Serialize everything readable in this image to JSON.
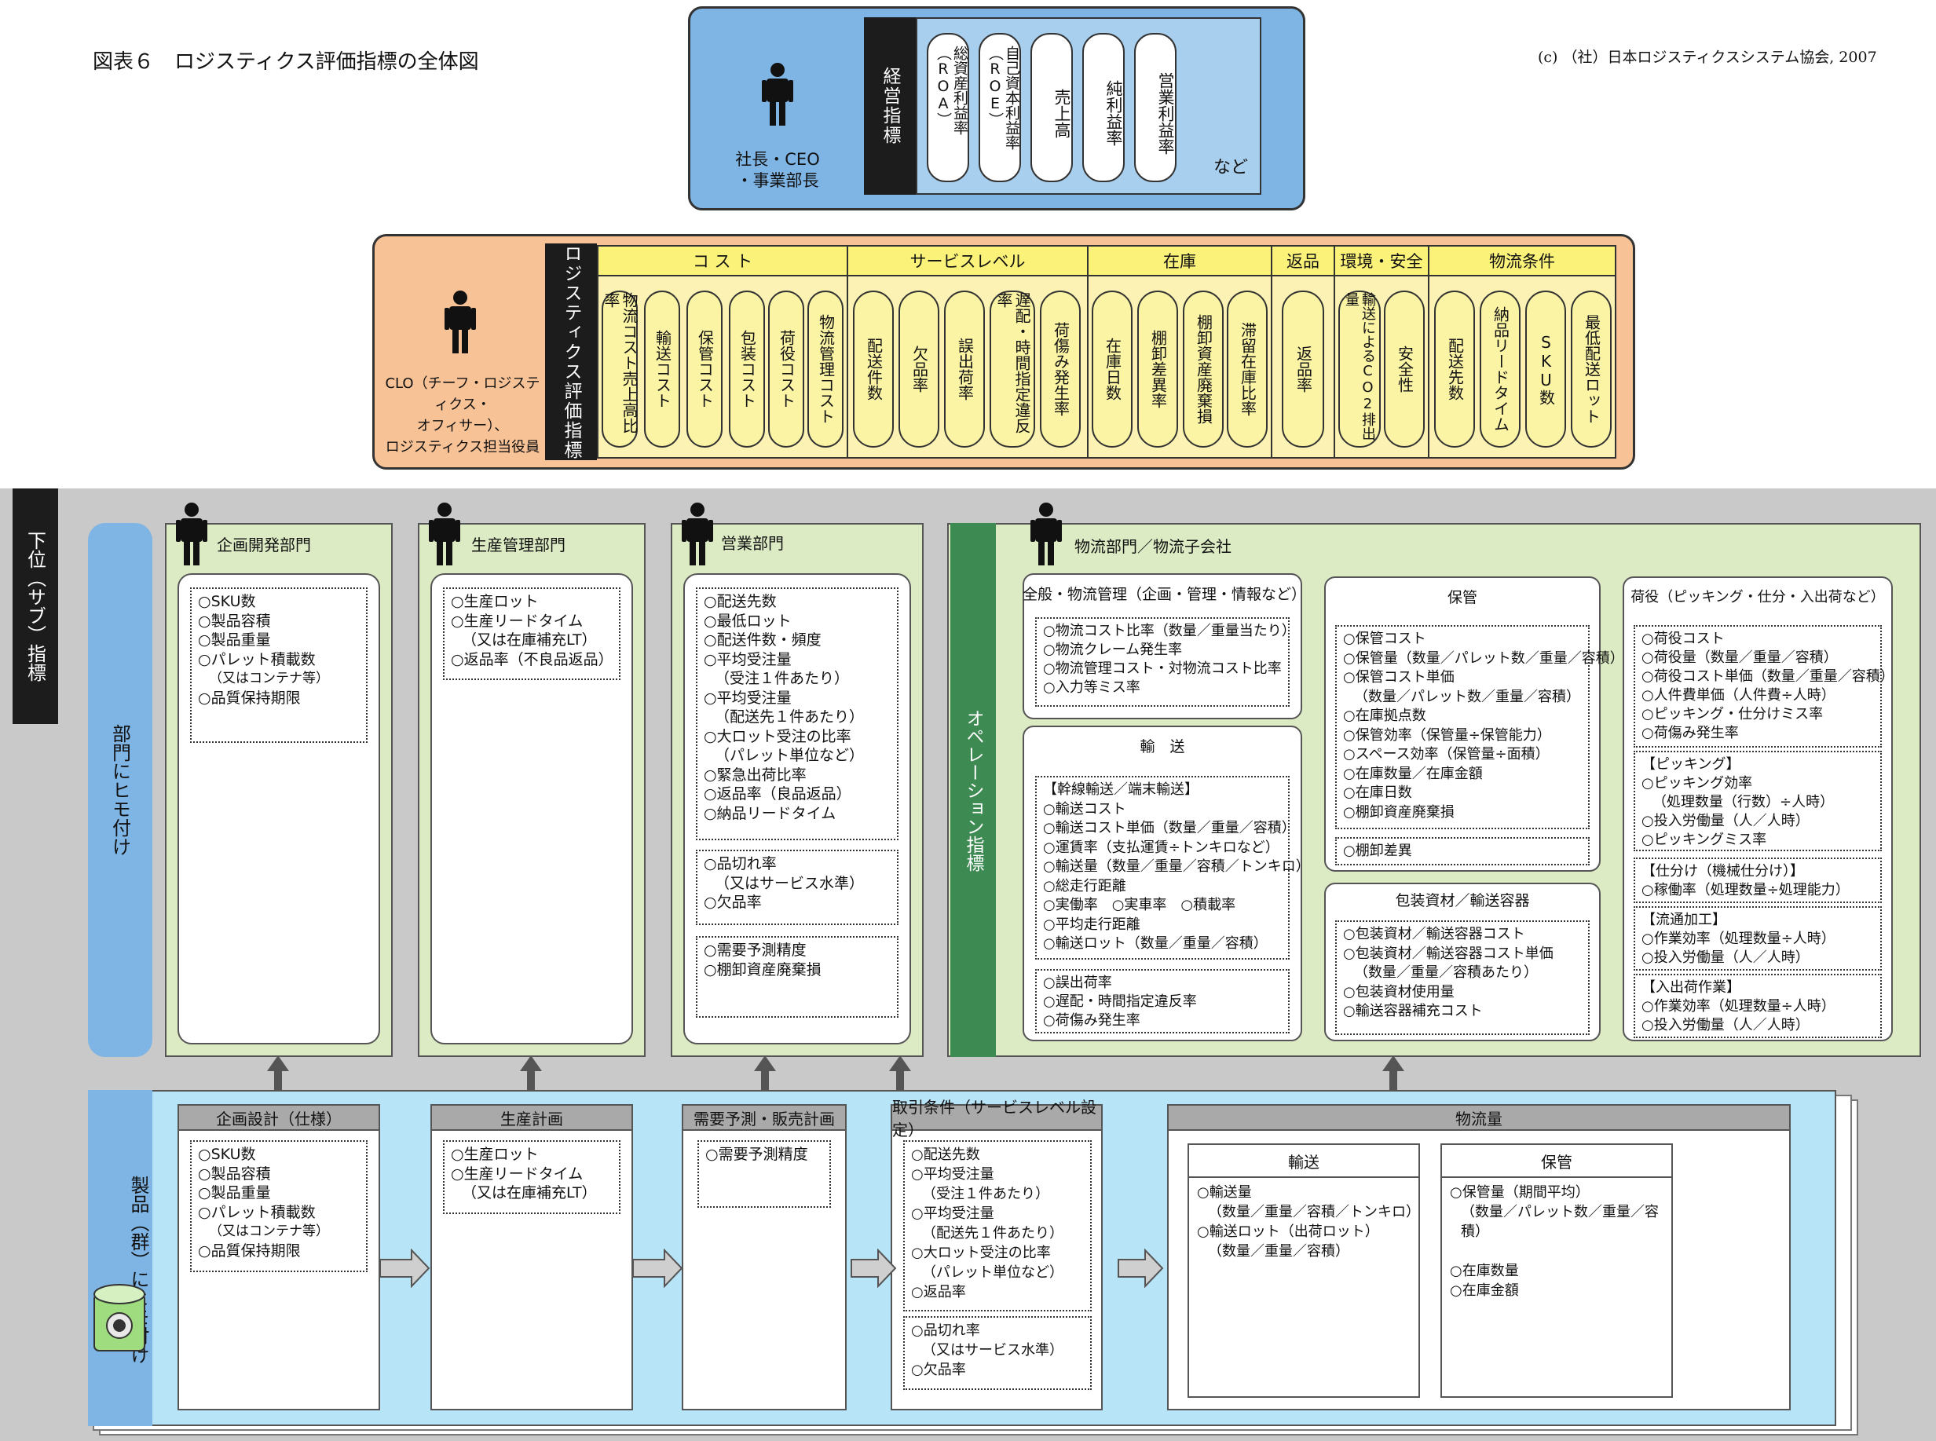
{
  "title": "図表６　ロジスティクス評価指標の全体図",
  "copyright": "(c) （社）日本ロジスティクスシステム協会, 2007",
  "ceo": {
    "label": "経営指標",
    "role_lines": [
      "社長・CEO",
      "・事業部長"
    ],
    "items": [
      "総資産利益率（ROA）",
      "自己資本利益率（ROE）",
      "売上高",
      "純利益率",
      "営業利益率"
    ],
    "more": "など"
  },
  "clo": {
    "label": "ロジスティクス評価指標",
    "role_lines": [
      "CLO（チーフ・ロジスティクス・",
      "オフィサー）、",
      "ロジスティクス担当役員"
    ],
    "groups": [
      {
        "name": "コ ス ト",
        "items": [
          "物流コスト売上高比率",
          "輸送コスト",
          "保管コスト",
          "包装コスト",
          "荷役コスト",
          "物流管理コスト"
        ]
      },
      {
        "name": "サービスレベル",
        "items": [
          "配送件数",
          "欠品率",
          "誤出荷率",
          "遅配・時間指定違反率",
          "荷傷み発生率"
        ]
      },
      {
        "name": "在庫",
        "items": [
          "在庫日数",
          "棚卸差異率",
          "棚卸資産廃棄損",
          "滞留在庫比率"
        ]
      },
      {
        "name": "返品",
        "items": [
          "返品率"
        ]
      },
      {
        "name": "環境・安全",
        "items": [
          "輸送によるCO2排出量",
          "安全性"
        ]
      },
      {
        "name": "物流条件",
        "items": [
          "配送先数",
          "納品リードタイム",
          "SKU数",
          "最低配送ロット"
        ]
      }
    ]
  },
  "sub_label": "下位（サブ）指標",
  "dept_label": "部門にヒモ付け",
  "op_label": "オペレーション指標",
  "departments": [
    {
      "name": "企画開発部門",
      "lists": [
        [
          "○SKU数",
          "○製品容積",
          "○製品重量",
          "○パレット積載数",
          "（又はコンテナ等）",
          "○品質保持期限"
        ]
      ]
    },
    {
      "name": "生産管理部門",
      "lists": [
        [
          "○生産ロット",
          "○生産リードタイム",
          "（又は在庫補充LT）",
          "○返品率（不良品返品）"
        ]
      ]
    },
    {
      "name": "営業部門",
      "lists": [
        [
          "○配送先数",
          "○最低ロット",
          "○配送件数・頻度",
          "○平均受注量",
          "（受注１件あたり）",
          "○平均受注量",
          "（配送先１件あたり）",
          "○大ロット受注の比率",
          "（パレット単位など）",
          "○緊急出荷比率",
          "○返品率（良品返品）",
          "○納品リードタイム"
        ],
        [
          "○品切れ率",
          "（又はサービス水準）",
          "○欠品率"
        ],
        [
          "○需要予測精度",
          "○棚卸資産廃棄損"
        ]
      ]
    }
  ],
  "logistics": {
    "name": "物流部門／物流子会社",
    "general": {
      "title": "全般・物流管理（企画・管理・情報など）",
      "items": [
        "○物流コスト比率（数量／重量当たり）",
        "○物流クレーム発生率",
        "○物流管理コスト・対物流コスト比率",
        "○入力等ミス率"
      ]
    },
    "transport": {
      "title": "輸　送",
      "items": [
        "【幹線輸送／端末輸送】",
        "○輸送コスト",
        "○輸送コスト単価（数量／重量／容積）",
        "○運賃率（支払運賃÷トンキロなど）",
        "○輸送量（数量／重量／容積／トンキロ）",
        "○総走行距離",
        "○実働率　○実車率　○積載率",
        "○平均走行距離",
        "○輸送ロット（数量／重量／容積）"
      ],
      "items2": [
        "○誤出荷率",
        "○遅配・時間指定違反率",
        "○荷傷み発生率"
      ]
    },
    "storage": {
      "title": "保管",
      "items": [
        "○保管コスト",
        "○保管量（数量／パレット数／重量／容積）",
        "○保管コスト単価",
        "（数量／パレット数／重量／容積）",
        "○在庫拠点数",
        "○保管効率（保管量÷保管能力）",
        "○スペース効率（保管量÷面積）",
        "○在庫数量／在庫金額",
        "○在庫日数",
        "○棚卸資産廃棄損"
      ],
      "items2": [
        "○棚卸差異"
      ]
    },
    "packaging": {
      "title": "包装資材／輸送容器",
      "items": [
        "○包装資材／輸送容器コスト",
        "○包装資材／輸送容器コスト単価",
        "（数量／重量／容積あたり）",
        "○包装資材使用量",
        "○輸送容器補充コスト"
      ]
    },
    "handling": {
      "title": "荷役（ピッキング・仕分・入出荷など）",
      "blocks": [
        [
          "○荷役コスト",
          "○荷役量（数量／重量／容積）",
          "○荷役コスト単価（数量／重量／容積）",
          "○人件費単価（人件費÷人時）",
          "○ピッキング・仕分けミス率",
          "○荷傷み発生率"
        ],
        [
          "【ピッキング】",
          "○ピッキング効率",
          "（処理数量（行数）÷人時）",
          "○投入労働量（人／人時）",
          "○ピッキングミス率"
        ],
        [
          "【仕分け（機械仕分け）】",
          "○稼働率（処理数量÷処理能力）"
        ],
        [
          "【流通加工】",
          "○作業効率（処理数量÷人時）",
          "○投入労働量（人／人時）"
        ],
        [
          "【入出荷作業】",
          "○作業効率（処理数量÷人時）",
          "○投入労働量（人／人時）"
        ]
      ]
    }
  },
  "product_label": "製品（群）にヒモ付け",
  "product": [
    {
      "name": "企画設計（仕様）",
      "items": [
        "○SKU数",
        "○製品容積",
        "○製品重量",
        "○パレット積載数",
        "（又はコンテナ等）",
        "○品質保持期限"
      ]
    },
    {
      "name": "生産計画",
      "items": [
        "○生産ロット",
        "○生産リードタイム",
        "（又は在庫補充LT）"
      ]
    },
    {
      "name": "需要予測・販売計画",
      "items": [
        "○需要予測精度"
      ]
    },
    {
      "name": "取引条件（サービスレベル設定）",
      "items": [
        "○配送先数",
        "○平均受注量",
        "（受注１件あたり）",
        "○平均受注量",
        "（配送先１件あたり）",
        "○大ロット受注の比率",
        "（パレット単位など）",
        "○返品率"
      ],
      "items2": [
        "○品切れ率",
        "（又はサービス水準）",
        "○欠品率"
      ]
    },
    {
      "name": "物流量",
      "subs": [
        {
          "name": "輸送",
          "items": [
            "○輸送量",
            "（数量／重量／容積／トンキロ）",
            "○輸送ロット（出荷ロット）",
            "（数量／重量／容積）"
          ]
        },
        {
          "name": "保管",
          "items": [
            "○保管量（期間平均）",
            "（数量／パレット数／重量／容積）",
            "",
            "○在庫数量",
            "○在庫金額"
          ]
        }
      ]
    }
  ],
  "colors": {
    "ceo": "#7fb5e4",
    "clo": "#f7c296",
    "dept": "#dcebc4",
    "product": "#b8e4f7",
    "operation": "#3e8a53"
  }
}
